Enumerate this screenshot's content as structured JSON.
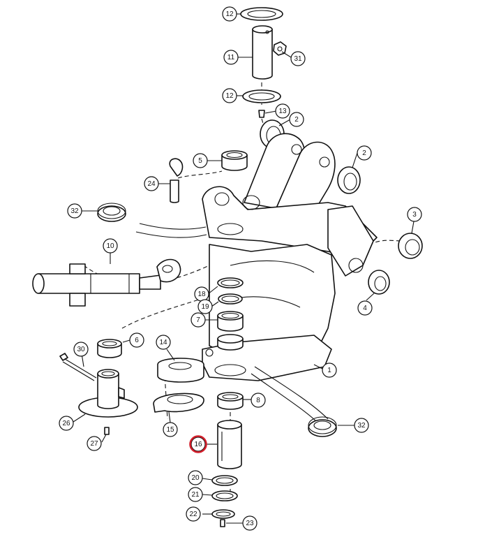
{
  "highlight_color": "#d21f2b",
  "highlighted_part": "16",
  "callouts": [
    {
      "id": "c12a",
      "label": "12"
    },
    {
      "id": "c11",
      "label": "11"
    },
    {
      "id": "c31",
      "label": "31"
    },
    {
      "id": "c12b",
      "label": "12"
    },
    {
      "id": "c13",
      "label": "13"
    },
    {
      "id": "c2a",
      "label": "2"
    },
    {
      "id": "c2b",
      "label": "2"
    },
    {
      "id": "c5",
      "label": "5"
    },
    {
      "id": "c24",
      "label": "24"
    },
    {
      "id": "c32a",
      "label": "32"
    },
    {
      "id": "c3",
      "label": "3"
    },
    {
      "id": "c10",
      "label": "10"
    },
    {
      "id": "c4",
      "label": "4"
    },
    {
      "id": "c18",
      "label": "18"
    },
    {
      "id": "c19",
      "label": "19"
    },
    {
      "id": "c7",
      "label": "7"
    },
    {
      "id": "c6",
      "label": "6"
    },
    {
      "id": "c30",
      "label": "30"
    },
    {
      "id": "c14",
      "label": "14"
    },
    {
      "id": "c1",
      "label": "1"
    },
    {
      "id": "c8",
      "label": "8"
    },
    {
      "id": "c26",
      "label": "26"
    },
    {
      "id": "c15",
      "label": "15"
    },
    {
      "id": "c32b",
      "label": "32"
    },
    {
      "id": "c27",
      "label": "27"
    },
    {
      "id": "c16",
      "label": "16"
    },
    {
      "id": "c20",
      "label": "20"
    },
    {
      "id": "c21",
      "label": "21"
    },
    {
      "id": "c22",
      "label": "22"
    },
    {
      "id": "c23",
      "label": "23"
    }
  ]
}
